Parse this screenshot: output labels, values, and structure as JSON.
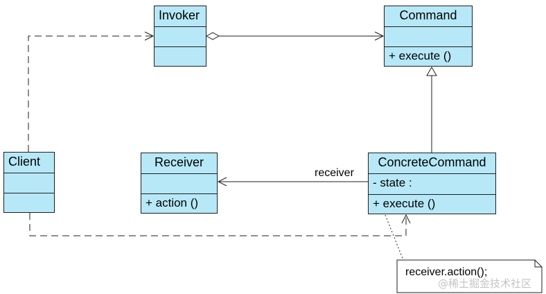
{
  "classes": {
    "invoker": {
      "name": "Invoker",
      "attributes": "",
      "operations": ""
    },
    "command": {
      "name": "Command",
      "attributes": "",
      "operations": "+ execute ()"
    },
    "client": {
      "name": "Client",
      "attributes": "",
      "operations": ""
    },
    "receiver": {
      "name": "Receiver",
      "attributes": "",
      "operations": "+ action ()"
    },
    "concrete": {
      "name": "ConcreteCommand",
      "attributes": "- state  :",
      "operations": "+ execute ()"
    }
  },
  "relations": {
    "association_role": "receiver"
  },
  "note": {
    "text": "receiver.action();"
  },
  "watermark": {
    "text": "@稀土掘金技术社区"
  },
  "colors": {
    "class_fill": "#b7e8f7",
    "line": "#1e1e1e"
  }
}
